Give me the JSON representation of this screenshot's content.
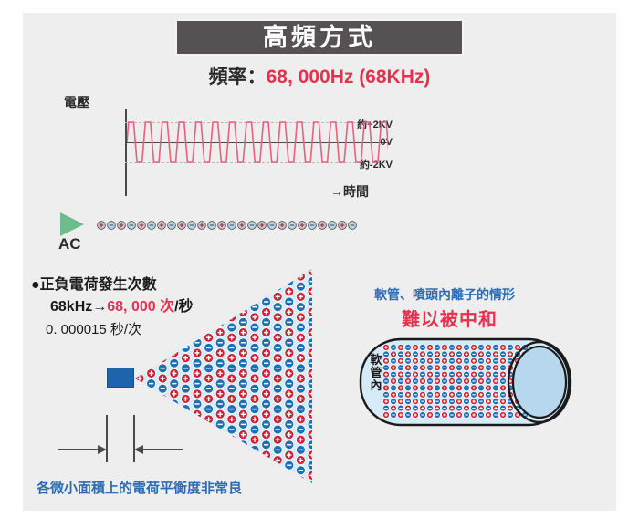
{
  "page": {
    "background": "#ffffff",
    "panel_bg": "#eeeeee",
    "accent_red": "#e8304e",
    "accent_blue": "#2d6cb5",
    "title_bar_bg": "#565254"
  },
  "header": {
    "title": "高頻方式",
    "frequency_label": "頻率：",
    "frequency_value": "68, 000Hz (68KHz)"
  },
  "chart_data": {
    "type": "line",
    "title": "",
    "ylabel": "電壓",
    "xlabel": "→時間",
    "series": [
      {
        "name": "voltage",
        "waveform": "square",
        "cycles": 15.5,
        "amplitude_kv": 2
      }
    ],
    "ytick_labels": [
      "約+2KV",
      "0V",
      "約-2KV"
    ],
    "ytick_values": [
      2,
      0,
      -2
    ],
    "ylim": [
      -2.8,
      2.8
    ],
    "grid": true,
    "legend": "none",
    "line_color": "#e8607a",
    "zero_line_color": "#4a4a4a",
    "grid_color": "#b9b9b9"
  },
  "ac_row": {
    "label": "AC",
    "triangle_color": "#6bbd8b",
    "ion_count": 26,
    "ion_plus_color": "#e8b8c8",
    "ion_minus_color": "#b9d5ea"
  },
  "left_block": {
    "bullet": "●正負電荷發生次數",
    "line2_prefix": "68kHz→",
    "line2_value": "68, 000 次",
    "line2_suffix": "/秒",
    "line3": "0. 000015 秒/次"
  },
  "cone": {
    "nozzle_color": "#1d63ad",
    "fill_color": "#d6eaf7",
    "plus_color": "#cc2233",
    "minus_color": "#1f6fb5",
    "rows": 21,
    "cols": 16
  },
  "dimension": {
    "description": "narrow-gap-dimension-marker",
    "color": "#4a4a4a"
  },
  "bottom_caption": "各微小面積上的電荷平衡度非常良",
  "right_block": {
    "caption_line1": "軟管、噴頭內離子的情形",
    "caption_line2": "難以被中和",
    "hose_label": "軟管內",
    "hose_fill": "#d6eaf7",
    "hose_outline": "#1a1a1a",
    "grid_rows": 12,
    "grid_cols": 24
  }
}
